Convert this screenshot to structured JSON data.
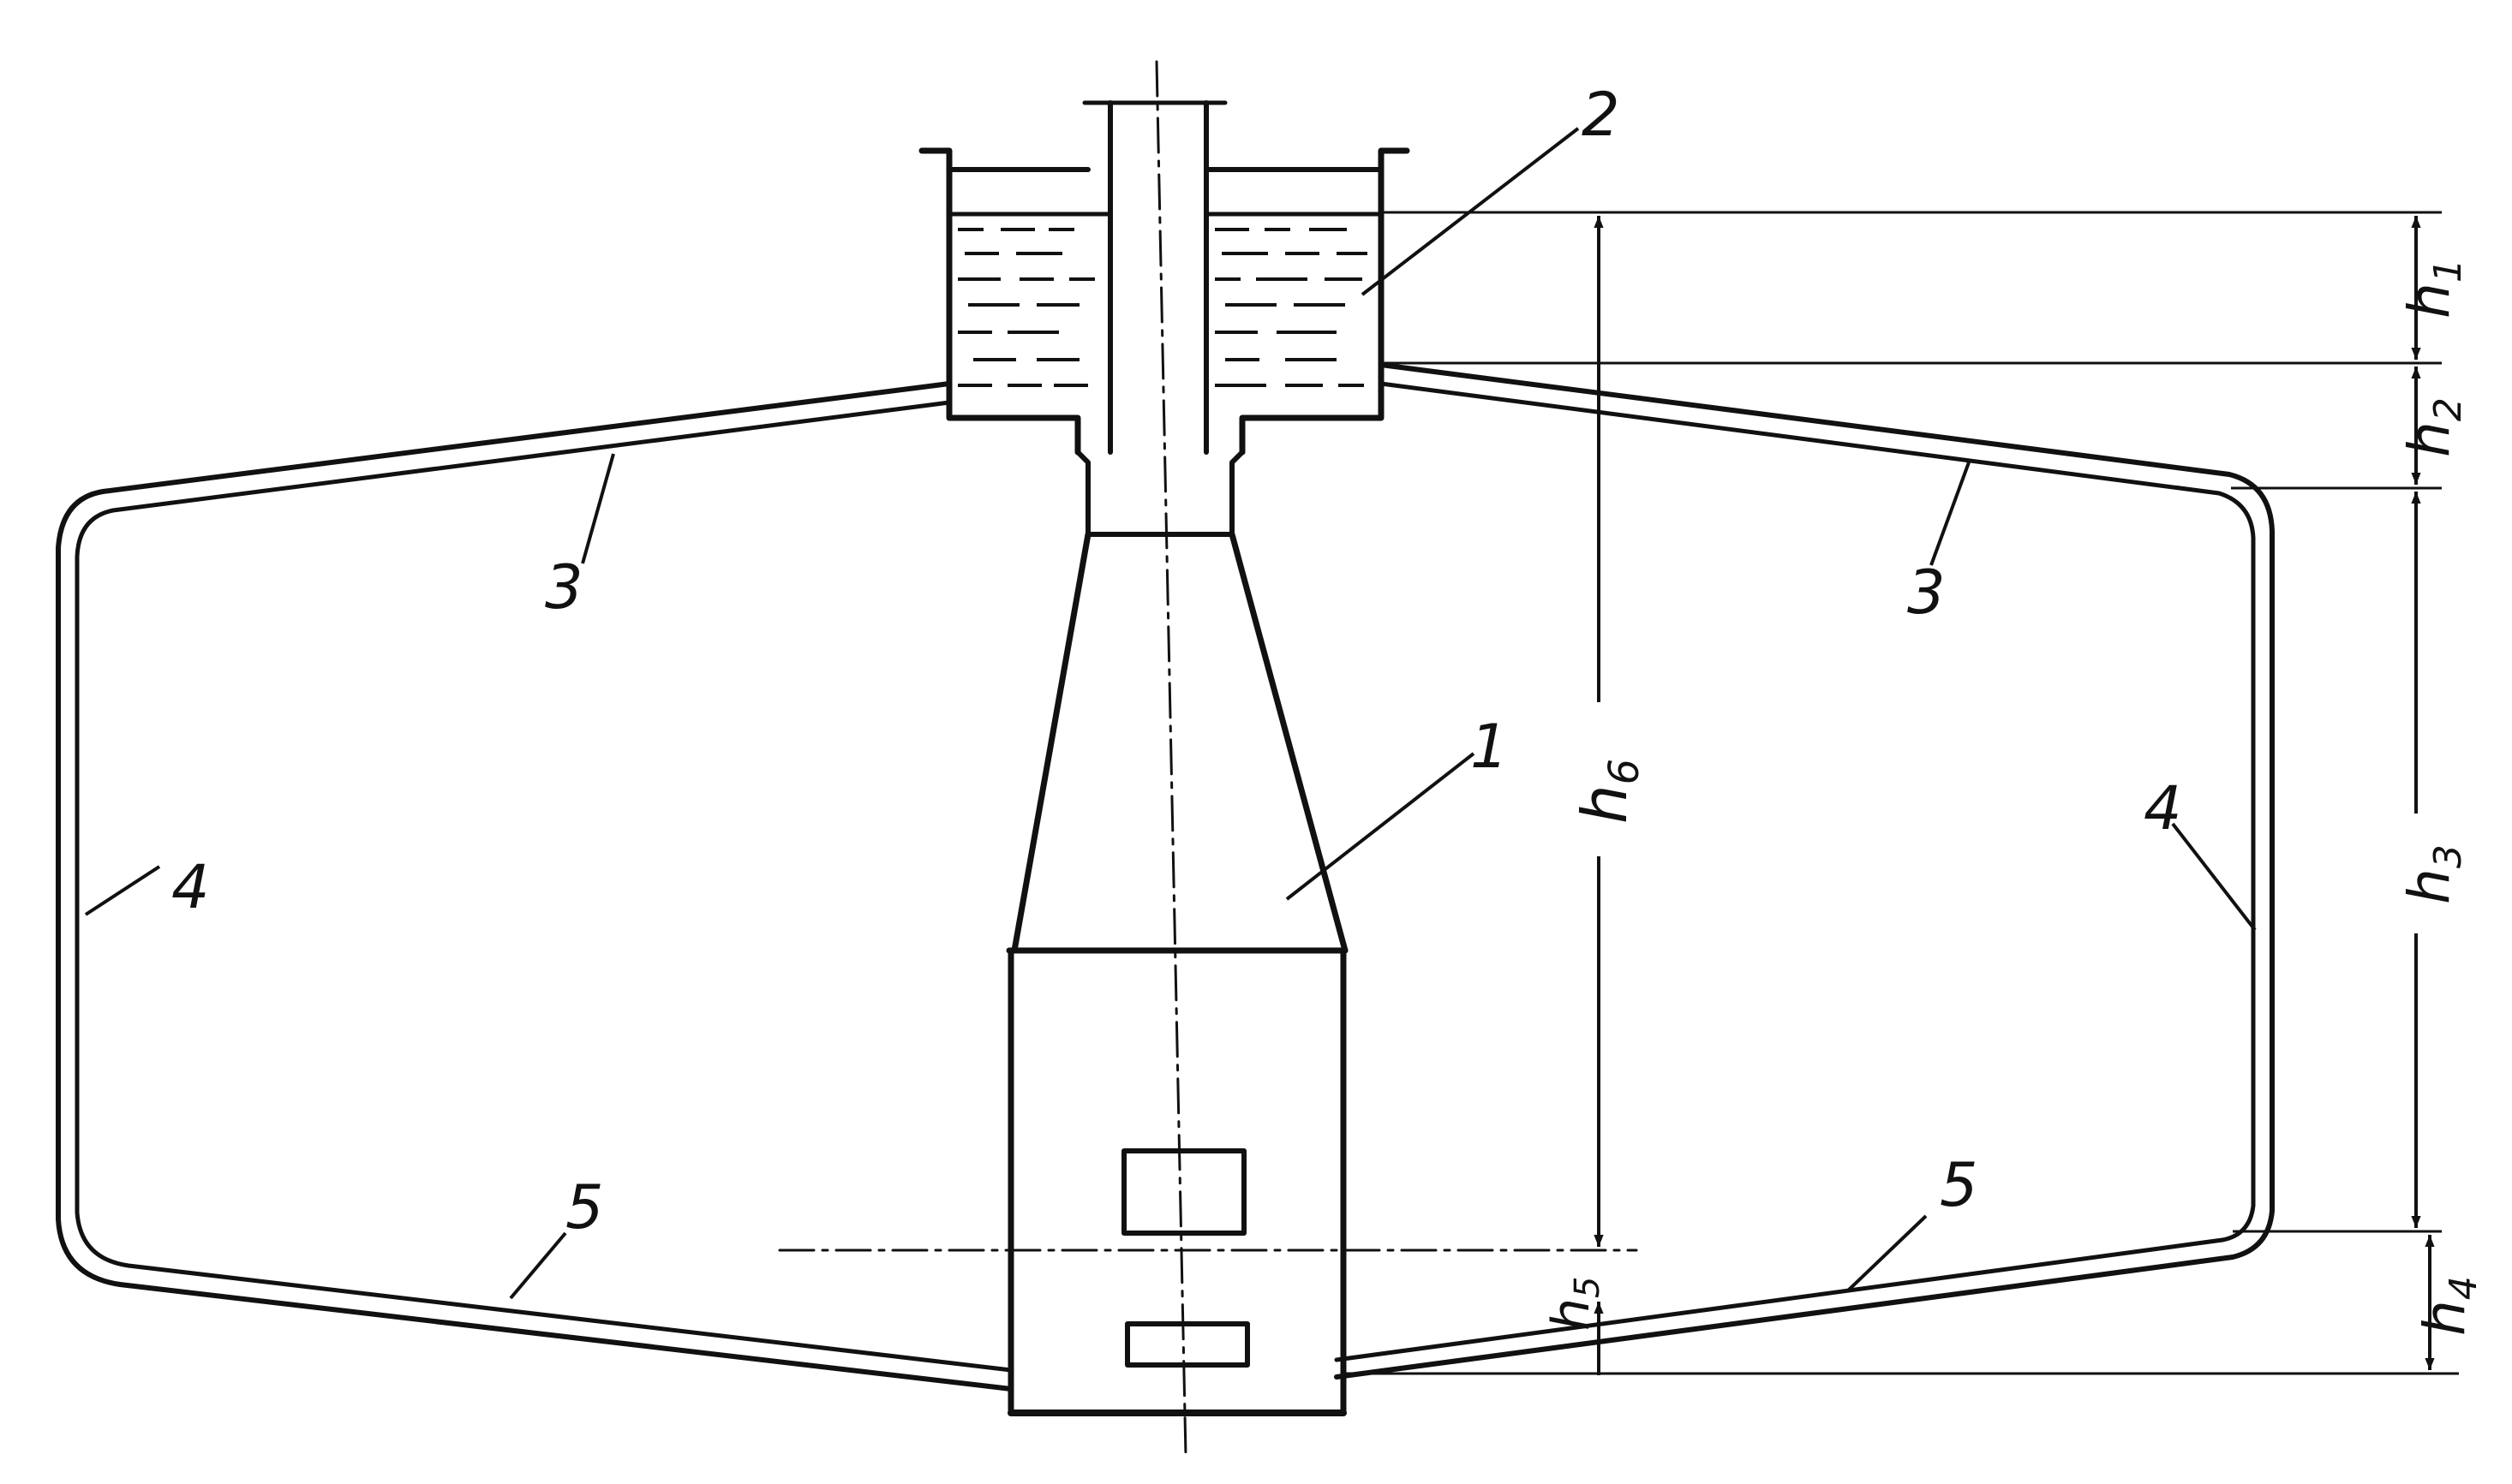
{
  "labels": {
    "part1": "1",
    "part2": "2",
    "part3_left": "3",
    "part3_right": "3",
    "part4_left": "4",
    "part4_right": "4",
    "part5_left": "5",
    "part5_right": "5"
  },
  "dimensions": {
    "h1": "h",
    "h1_sub": "1",
    "h2": "h",
    "h2_sub": "2",
    "h3": "h",
    "h3_sub": "3",
    "h4": "h",
    "h4_sub": "4",
    "h5": "h",
    "h5_sub": "5",
    "h6": "h",
    "h6_sub": "6"
  },
  "colors": {
    "ink": "#111111",
    "background": "#ffffff"
  }
}
